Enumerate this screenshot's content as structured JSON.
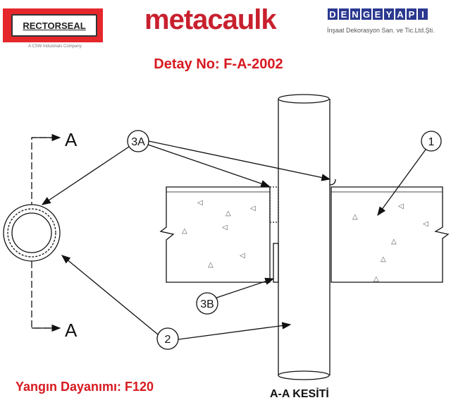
{
  "logos": {
    "rectorseal": {
      "name": "RECTORSEAL",
      "tagline": "A CSW Industrials Company"
    },
    "metacaulk": {
      "name": "metacaulk"
    },
    "dengeyapi": {
      "letters": [
        "D",
        "E",
        "N",
        "G",
        "E",
        "Y",
        "A",
        "P",
        "I"
      ],
      "subtitle": "İnşaat Dekorasyon San. ve Tic.Ltd.Şti."
    }
  },
  "header": {
    "detail_number": "Detay No: F-A-2002"
  },
  "drawing": {
    "section_marks": [
      "A",
      "A"
    ],
    "callouts": {
      "c3a": "3A",
      "c1": "1",
      "c3b": "3B",
      "c2": "2"
    }
  },
  "footer": {
    "fire_rating": "Yangın Dayanımı: F120",
    "section_title": "A-A KESİTİ"
  },
  "colors": {
    "accent_red": "#d71920",
    "brand_blue": "#2b3990"
  }
}
